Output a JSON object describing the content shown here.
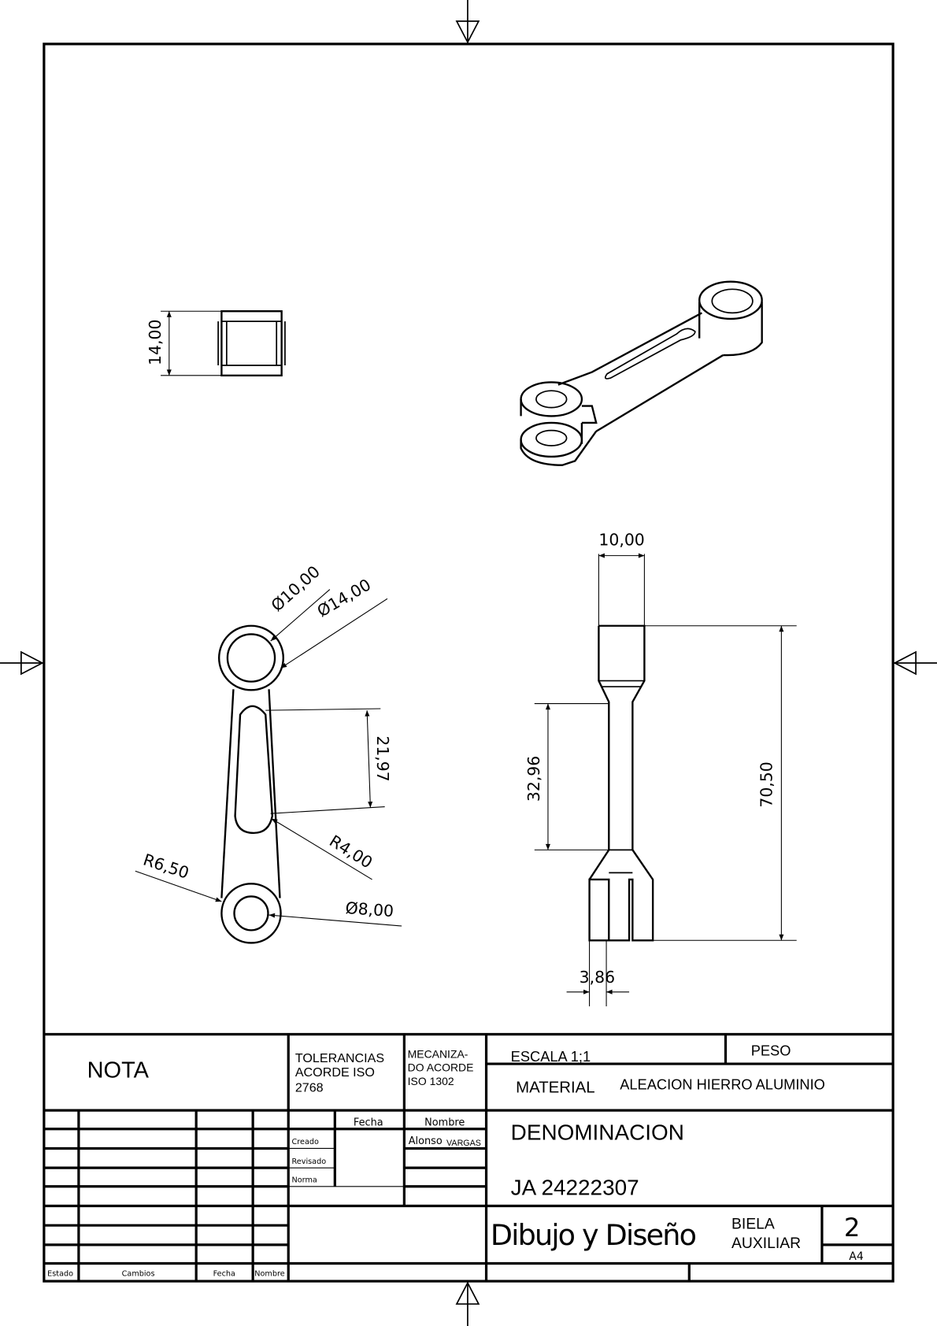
{
  "title_block": {
    "nota": "NOTA",
    "tolerancias": [
      "TOLERANCIAS",
      "ACORDE ISO",
      "2768"
    ],
    "mecanizado": [
      "MECANIZA-",
      "DO ACORDE",
      "ISO 1302"
    ],
    "escala": "ESCALA  1;1",
    "peso": "PESO",
    "material_label": "MATERIAL",
    "material_value": "ALEACION HIERRO ALUMINIO",
    "fecha_header": "Fecha",
    "nombre_header": "Nombre",
    "creado": "Creado",
    "revisado": "Revisado",
    "norma": "Norma",
    "nombre_first": "Alonso",
    "nombre_last": "VARGAS",
    "denominacion": "DENOMINACION",
    "code": "JA 24222307",
    "course": "Dibujo  y  Diseño",
    "part_name": [
      "BIELA",
      "AUXILIAR"
    ],
    "sheet_number": "2",
    "sheet_size": "A4",
    "revision_headers": [
      "Estado",
      "Cambios",
      "Fecha",
      "Nombre"
    ]
  },
  "dimensions": {
    "width_top": "14,00",
    "thickness": "10,00",
    "length_total": "70,50",
    "neck_length": "32,96",
    "fork_gap": "3,86",
    "dia_inner_big": "Ø10,00",
    "dia_outer_big": "Ø14,00",
    "slot_length": "21,97",
    "radius_slot": "R4,00",
    "radius_end": "R6,50",
    "dia_small": "Ø8,00"
  }
}
